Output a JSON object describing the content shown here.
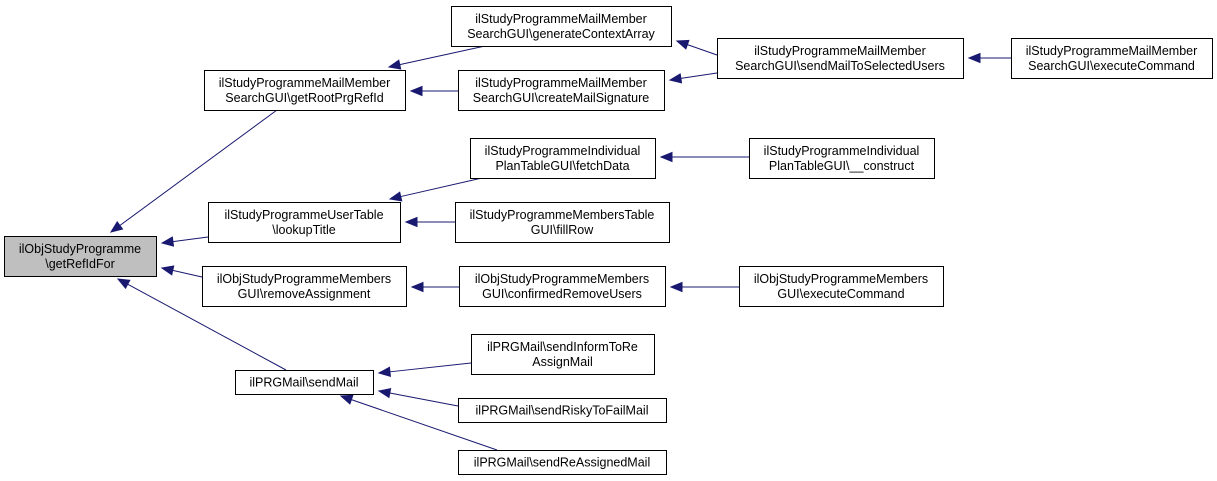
{
  "diagram": {
    "type": "call-graph",
    "colors": {
      "edge": "#191970",
      "root_fill": "#bfbfbf",
      "node_fill": "#ffffff",
      "node_border": "#000000"
    },
    "nodes": [
      {
        "id": "root",
        "lines": [
          "ilObjStudyProgramme",
          "\\getRefIdFor"
        ],
        "root": true
      },
      {
        "id": "getRootPrgRefId",
        "lines": [
          "ilStudyProgrammeMailMember",
          "SearchGUI\\getRootPrgRefId"
        ]
      },
      {
        "id": "generateContextArray",
        "lines": [
          "ilStudyProgrammeMailMember",
          "SearchGUI\\generateContextArray"
        ]
      },
      {
        "id": "createMailSignature",
        "lines": [
          "ilStudyProgrammeMailMember",
          "SearchGUI\\createMailSignature"
        ]
      },
      {
        "id": "sendMailToSelectedUsers",
        "lines": [
          "ilStudyProgrammeMailMember",
          "SearchGUI\\sendMailToSelectedUsers"
        ]
      },
      {
        "id": "mailExecuteCommand",
        "lines": [
          "ilStudyProgrammeMailMember",
          "SearchGUI\\executeCommand"
        ]
      },
      {
        "id": "lookupTitle",
        "lines": [
          "ilStudyProgrammeUserTable",
          "\\lookupTitle"
        ]
      },
      {
        "id": "fetchData",
        "lines": [
          "ilStudyProgrammeIndividual",
          "PlanTableGUI\\fetchData"
        ]
      },
      {
        "id": "construct",
        "lines": [
          "ilStudyProgrammeIndividual",
          "PlanTableGUI\\__construct"
        ]
      },
      {
        "id": "fillRow",
        "lines": [
          "ilStudyProgrammeMembersTable",
          "GUI\\fillRow"
        ]
      },
      {
        "id": "removeAssignment",
        "lines": [
          "ilObjStudyProgrammeMembers",
          "GUI\\removeAssignment"
        ]
      },
      {
        "id": "confirmedRemoveUsers",
        "lines": [
          "ilObjStudyProgrammeMembers",
          "GUI\\confirmedRemoveUsers"
        ]
      },
      {
        "id": "membersExecuteCommand",
        "lines": [
          "ilObjStudyProgrammeMembers",
          "GUI\\executeCommand"
        ]
      },
      {
        "id": "sendMail",
        "lines": [
          "ilPRGMail\\sendMail"
        ]
      },
      {
        "id": "sendInformToReAssignMail",
        "lines": [
          "ilPRGMail\\sendInformToRe",
          "AssignMail"
        ]
      },
      {
        "id": "sendRiskyToFailMail",
        "lines": [
          "ilPRGMail\\sendRiskyToFailMail"
        ]
      },
      {
        "id": "sendReAssignedMail",
        "lines": [
          "ilPRGMail\\sendReAssignedMail"
        ]
      }
    ],
    "edges": [
      {
        "from": "getRootPrgRefId",
        "to": "root"
      },
      {
        "from": "lookupTitle",
        "to": "root"
      },
      {
        "from": "removeAssignment",
        "to": "root"
      },
      {
        "from": "sendMail",
        "to": "root"
      },
      {
        "from": "generateContextArray",
        "to": "getRootPrgRefId"
      },
      {
        "from": "createMailSignature",
        "to": "getRootPrgRefId"
      },
      {
        "from": "sendMailToSelectedUsers",
        "to": "generateContextArray"
      },
      {
        "from": "sendMailToSelectedUsers",
        "to": "createMailSignature"
      },
      {
        "from": "mailExecuteCommand",
        "to": "sendMailToSelectedUsers"
      },
      {
        "from": "fetchData",
        "to": "lookupTitle"
      },
      {
        "from": "fillRow",
        "to": "lookupTitle"
      },
      {
        "from": "construct",
        "to": "fetchData"
      },
      {
        "from": "confirmedRemoveUsers",
        "to": "removeAssignment"
      },
      {
        "from": "membersExecuteCommand",
        "to": "confirmedRemoveUsers"
      },
      {
        "from": "sendInformToReAssignMail",
        "to": "sendMail"
      },
      {
        "from": "sendRiskyToFailMail",
        "to": "sendMail"
      },
      {
        "from": "sendReAssignedMail",
        "to": "sendMail"
      }
    ]
  }
}
